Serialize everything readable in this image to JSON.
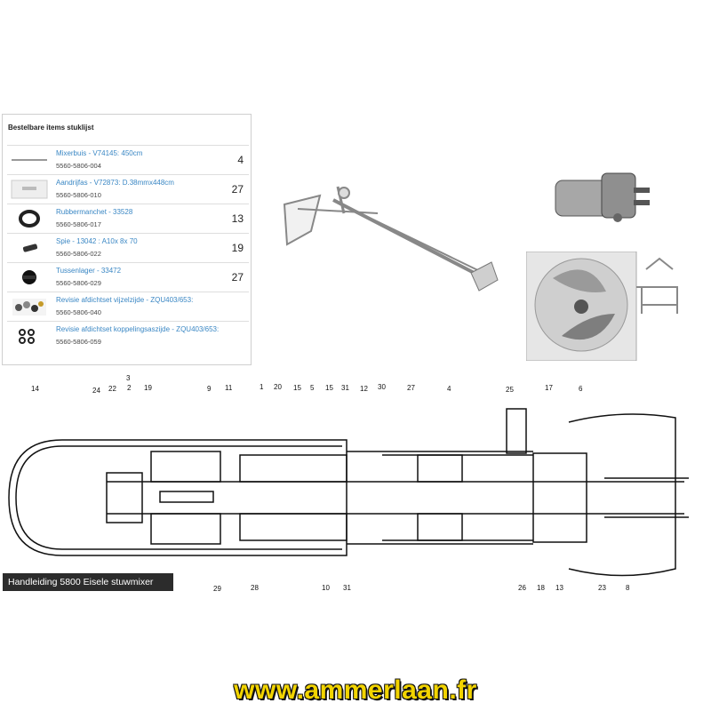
{
  "parts_list": {
    "title": "Bestelbare items stuklijst",
    "items": [
      {
        "name": "Mixerbuis - V74145: 450cm",
        "code": "5560-5806-004",
        "qty": "4",
        "thumb_icon": "tube-icon"
      },
      {
        "name": "Aandrijfas - V72873: D.38mmx448cm",
        "code": "5560-5806-010",
        "qty": "27",
        "thumb_icon": "shaft-icon"
      },
      {
        "name": "Rubbermanchet - 33528",
        "code": "5560-5806-017",
        "qty": "13",
        "thumb_icon": "rubber-ring-icon"
      },
      {
        "name": "Spie - 13042 : A10x 8x 70",
        "code": "5560-5806-022",
        "qty": "19",
        "thumb_icon": "key-pin-icon"
      },
      {
        "name": "Tussenlager - 33472",
        "code": "5560-5806-029",
        "qty": "27",
        "thumb_icon": "bearing-icon"
      },
      {
        "name": "Revisie afdichtset vijzelzijde - ZQU403/653:",
        "code": "5560-5806-040",
        "qty": "",
        "thumb_icon": "seal-kit-icon"
      },
      {
        "name": "Revisie afdichtset koppelingsaszijde - ZQU403/653:",
        "code": "5560-5806-059",
        "qty": "",
        "thumb_icon": "seal-kit-small-icon"
      }
    ]
  },
  "manual_label": "Handleiding 5800 Eisele stuwmixer",
  "website": "www.ammerlaan.fr",
  "diagram": {
    "callouts_top": [
      "14",
      "24",
      "22",
      "3",
      "2",
      "19",
      "9",
      "11",
      "1",
      "20",
      "15",
      "5",
      "15",
      "31",
      "12",
      "30",
      "27",
      "4",
      "25",
      "17",
      "6"
    ],
    "callouts_bottom": [
      "29",
      "28",
      "10",
      "31",
      "26",
      "18",
      "13",
      "23",
      "8"
    ]
  },
  "colors": {
    "link": "#3a87c4",
    "badge_bg": "#2c2c2c",
    "website_fill": "#f2d400"
  }
}
